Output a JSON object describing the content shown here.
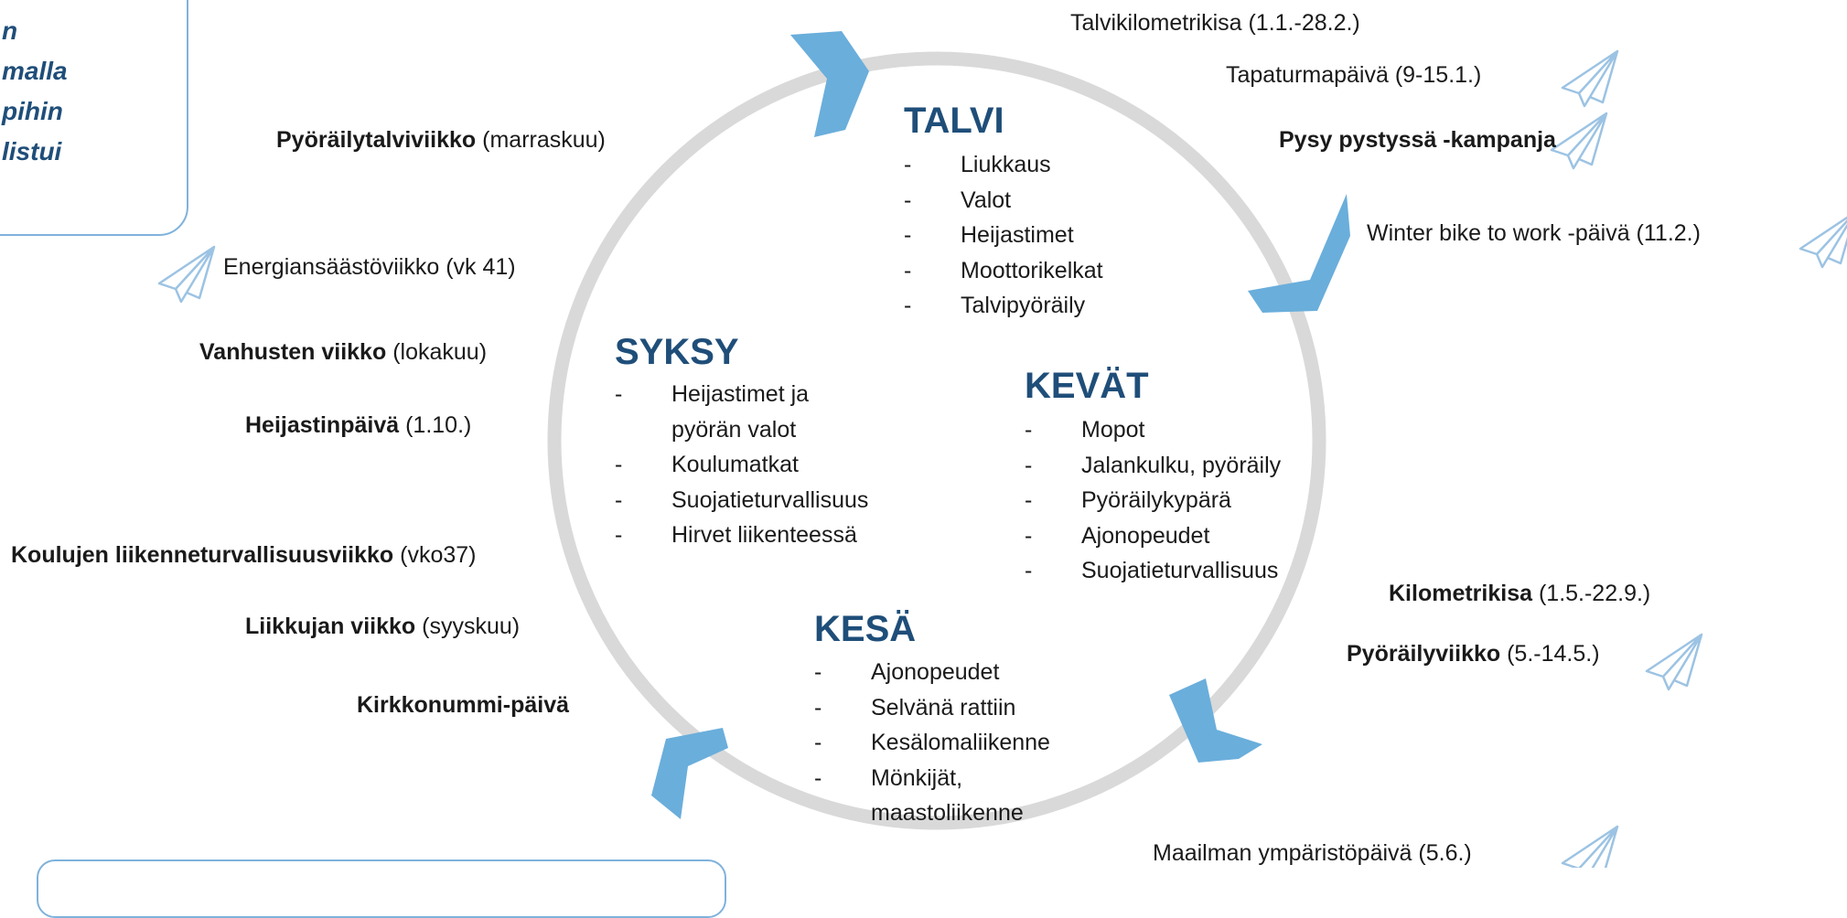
{
  "colors": {
    "ring": "#d9d9d9",
    "arrow": "#6aaedb",
    "season_title": "#1f4e79",
    "plane_outline": "#9cc3e3",
    "note_text": "#1f4e79",
    "note_border": "#7fb2dc"
  },
  "note_box": {
    "lines": [
      "n",
      "malla",
      "pihin",
      "listui"
    ]
  },
  "seasons": {
    "talvi": {
      "title": "TALVI",
      "items": [
        "Liukkaus",
        "Valot",
        "Heijastimet",
        "Moottorikelkat",
        "Talvipyöräily"
      ]
    },
    "kevat": {
      "title": "KEVÄT",
      "items": [
        "Mopot",
        "Jalankulku, pyöräily",
        "Pyöräilykypärä",
        "Ajonopeudet",
        "Suojatieturvallisuus"
      ]
    },
    "kesa": {
      "title": "KESÄ",
      "items": [
        "Ajonopeudet",
        "Selvänä rattiin",
        "Kesälomaliikenne",
        "Mönkijät,\nmaastoliikenne"
      ]
    },
    "syksy": {
      "title": "SYKSY",
      "items": [
        "Heijastimet ja\npyörän valot",
        "Koulumatkat",
        "Suojatieturvallisuus",
        "Hirvet liikenteessä"
      ]
    }
  },
  "events": {
    "talvikilometrikisa": "Talvikilometrikisa (1.1.-28.2.)",
    "tapaturmapaiva": "Tapaturmapäivä (9-15.1.)",
    "pysy_pystyssa": "Pysy pystyssä -kampanja",
    "winter_bike": "Winter bike to work -päivä (11.2.)",
    "kilometrikisa_bold": "Kilometrikisa",
    "kilometrikisa_rest": " (1.5.-22.9.)",
    "pyorailyviikko_bold": "Pyöräilyviikko",
    "pyorailyviikko_rest": " (5.-14.5.)",
    "ymparistopaiva": "Maailman ympäristöpäivä (5.6.)",
    "pyorailytalviviikko_bold": "Pyöräilytalviviikko",
    "pyorailytalviviikko_rest": " (marraskuu)",
    "energiansaasto": "Energiansäästöviikko (vk 41)",
    "vanhusten_bold": "Vanhusten viikko",
    "vanhusten_rest": " (lokakuu)",
    "heijastinpaiva_bold": "Heijastinpäivä",
    "heijastinpaiva_rest": " (1.10.)",
    "koulujen_bold": "Koulujen liikenneturvallisuusviikko",
    "koulujen_rest": " (vko37)",
    "liikkujan_bold": "Liikkujan viikko",
    "liikkujan_rest": " (syyskuu)",
    "kirkkonummi": "Kirkkonummi-päivä"
  }
}
